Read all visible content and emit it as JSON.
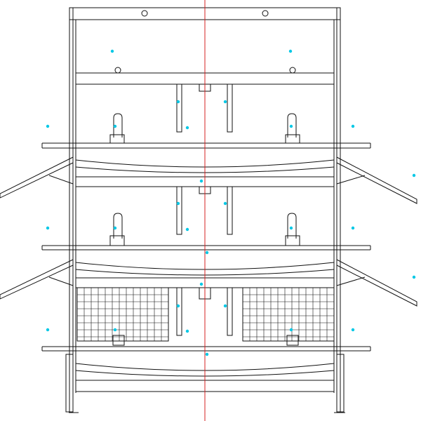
{
  "drawing": {
    "tiers": 3,
    "colors": {
      "line": "#111111",
      "centerline": "#d62020",
      "marker": "#00c8e6",
      "background": "#ffffff"
    },
    "features": [
      "cage-frame",
      "feed-trough",
      "nipple-drinker",
      "egg-tray",
      "wire-mesh-panel",
      "support-leg",
      "centerline"
    ]
  }
}
